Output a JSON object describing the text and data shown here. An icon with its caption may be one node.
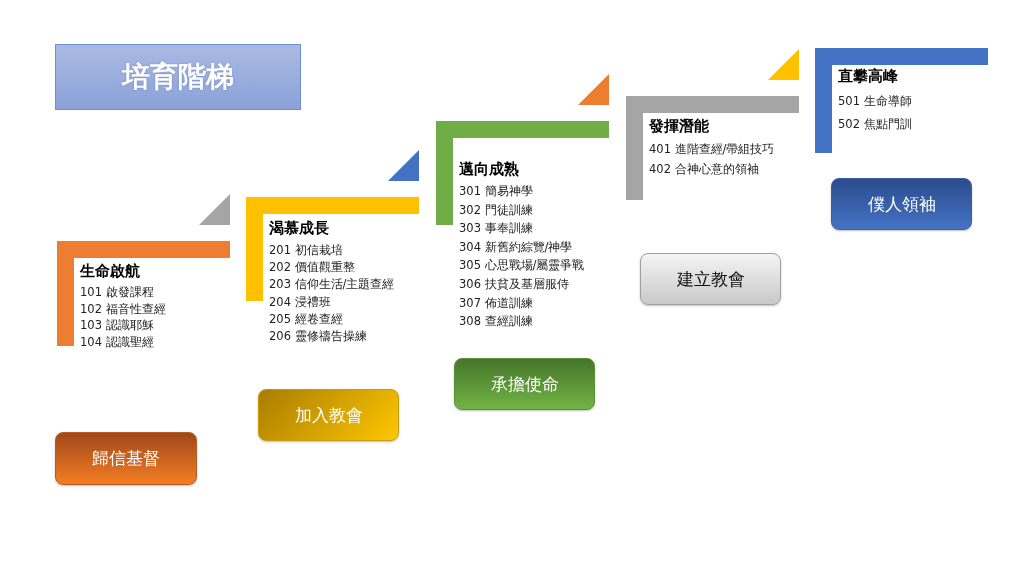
{
  "diagram": {
    "title": "培育階梯",
    "nodes": [
      {
        "text": [
          "生命啟航",
          "101 啟發課程",
          "102 福音性查經",
          "103 認識耶穌",
          "104 認識聖經"
        ]
      },
      {
        "text": [
          "歸信基督"
        ]
      },
      {
        "text": [
          "渴慕成長",
          "201 初信栽培",
          "202 價值觀重整",
          "203 信仰生活/主題查經",
          "204 浸禮班",
          "205 經卷查經",
          "206 靈修禱告操練"
        ]
      },
      {
        "text": [
          "加入教會"
        ]
      },
      {
        "text": [
          "邁向成熟",
          "301 簡易神學",
          "302 門徒訓練",
          "303 事奉訓練",
          "304 新舊約綜覽/神學",
          "305 心思戰場/屬靈爭戰",
          "306 扶貧及基層服侍",
          "307 佈道訓練",
          "308 查經訓練"
        ]
      },
      {
        "text": [
          "承擔使命"
        ]
      },
      {
        "text": [
          "發揮潛能",
          "401 進階查經/帶組技巧",
          "402 合神心意的領袖"
        ]
      },
      {
        "text": [
          "建立教會"
        ]
      },
      {
        "text": [
          "直攀高峰",
          "501 生命導師",
          "502 焦點門訓"
        ]
      },
      {
        "text": [
          "僕人領袖"
        ]
      }
    ]
  }
}
